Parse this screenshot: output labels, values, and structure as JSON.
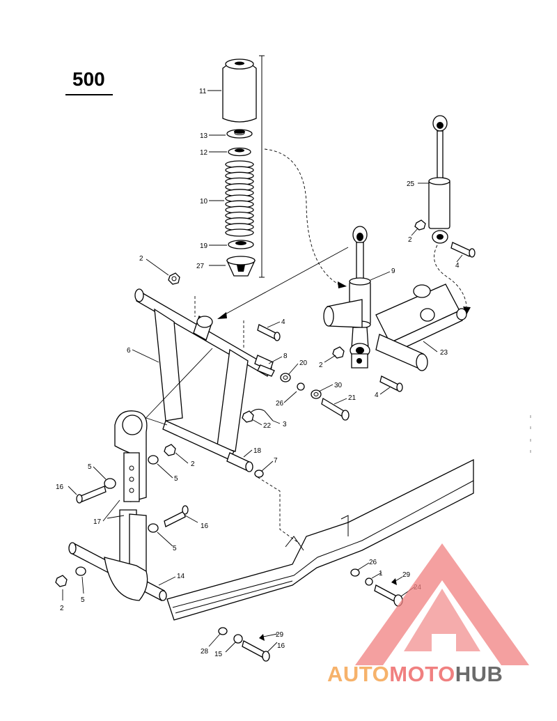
{
  "page_number": "500",
  "callouts": [
    "11",
    "13",
    "12",
    "10",
    "19",
    "27",
    "2",
    "4",
    "9",
    "25",
    "2",
    "4",
    "6",
    "8",
    "20",
    "2",
    "26",
    "30",
    "21",
    "4",
    "23",
    "22",
    "3",
    "18",
    "7",
    "5",
    "2",
    "5",
    "16",
    "17",
    "16",
    "5",
    "14",
    "2",
    "5",
    "26",
    "1",
    "29",
    "24",
    "28",
    "15",
    "29",
    "16"
  ],
  "watermark": {
    "part1": "AUTO",
    "part2": "MOTO",
    "part3": "HUB",
    "color_light": "#f6b26b",
    "color_main": "#f08080",
    "color_dark": "#6b6b6b"
  }
}
